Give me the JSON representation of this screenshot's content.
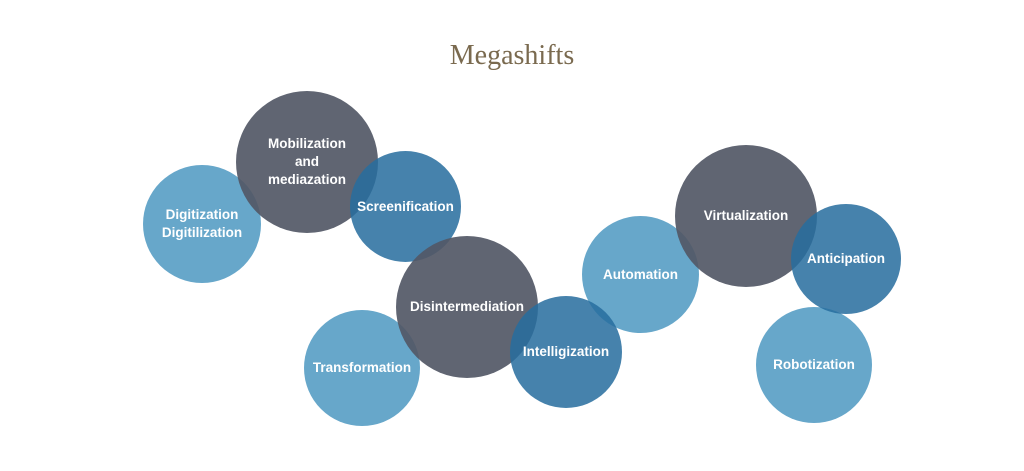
{
  "title": "Megashifts",
  "colors": {
    "title": "#7a6a4f",
    "light_blue": "#5aa0c6",
    "steel_blue": "#286e9e",
    "slate": "#525866"
  },
  "bubbles": [
    {
      "id": "digitization",
      "label": "Digitization\nDigitilization",
      "tone": "light"
    },
    {
      "id": "mobilization",
      "label": "Mobilization\nand\nmediazation",
      "tone": "dark"
    },
    {
      "id": "screenification",
      "label": "Screenification",
      "tone": "mid"
    },
    {
      "id": "transformation",
      "label": "Transformation",
      "tone": "light"
    },
    {
      "id": "disintermediation",
      "label": "Disintermediation",
      "tone": "dark"
    },
    {
      "id": "intelligization",
      "label": "Intelligization",
      "tone": "mid"
    },
    {
      "id": "automation",
      "label": "Automation",
      "tone": "light"
    },
    {
      "id": "virtualization",
      "label": "Virtualization",
      "tone": "dark"
    },
    {
      "id": "anticipation",
      "label": "Anticipation",
      "tone": "mid"
    },
    {
      "id": "robotization",
      "label": "Robotization",
      "tone": "light"
    }
  ]
}
